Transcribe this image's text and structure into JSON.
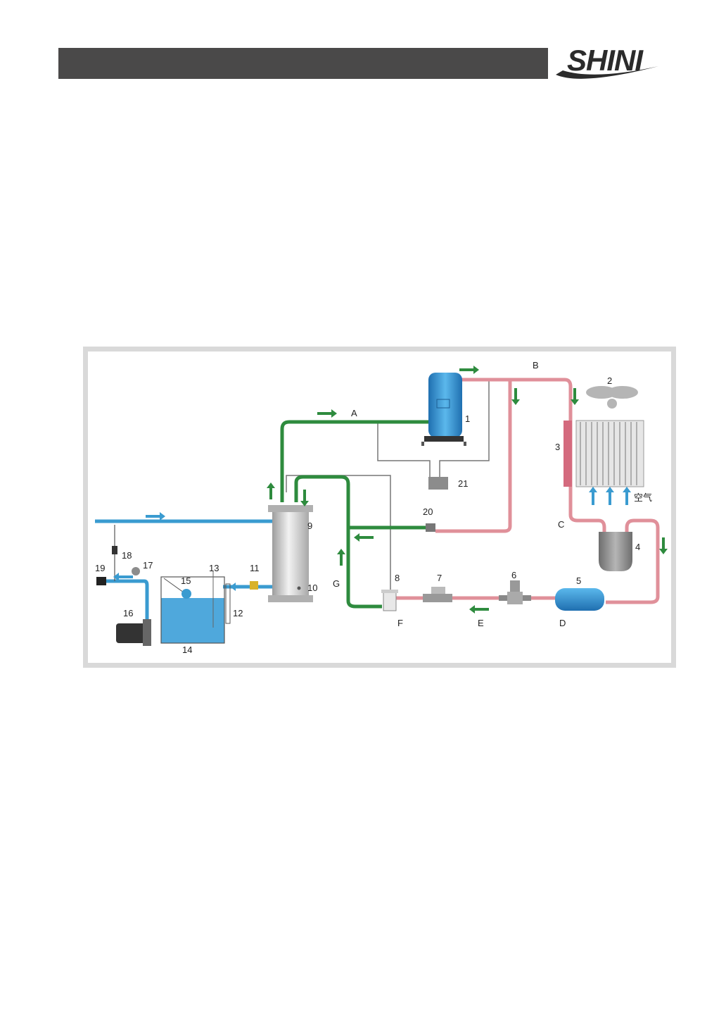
{
  "header": {
    "brand": "SHINI"
  },
  "diagram": {
    "components": [
      {
        "id": "1",
        "label": "1"
      },
      {
        "id": "2",
        "label": "2"
      },
      {
        "id": "3",
        "label": "3"
      },
      {
        "id": "4",
        "label": "4"
      },
      {
        "id": "5",
        "label": "5"
      },
      {
        "id": "6",
        "label": "6"
      },
      {
        "id": "7",
        "label": "7"
      },
      {
        "id": "8",
        "label": "8"
      },
      {
        "id": "9",
        "label": "9"
      },
      {
        "id": "10",
        "label": "10"
      },
      {
        "id": "11",
        "label": "11"
      },
      {
        "id": "12",
        "label": "12"
      },
      {
        "id": "13",
        "label": "13"
      },
      {
        "id": "14",
        "label": "14"
      },
      {
        "id": "15",
        "label": "15"
      },
      {
        "id": "16",
        "label": "16"
      },
      {
        "id": "17",
        "label": "17"
      },
      {
        "id": "18",
        "label": "18"
      },
      {
        "id": "19",
        "label": "19"
      },
      {
        "id": "20",
        "label": "20"
      },
      {
        "id": "21",
        "label": "21"
      }
    ],
    "points": {
      "A": "A",
      "B": "B",
      "C": "C",
      "D": "D",
      "E": "E",
      "F": "F",
      "G": "G"
    },
    "air_label": "空气",
    "colors": {
      "refrigerant_low": "#2e8b3e",
      "refrigerant_high": "#e0909a",
      "water": "#3a9bd0",
      "arrow_green": "#2e8b3e",
      "arrow_blue": "#3a9bd0"
    }
  }
}
